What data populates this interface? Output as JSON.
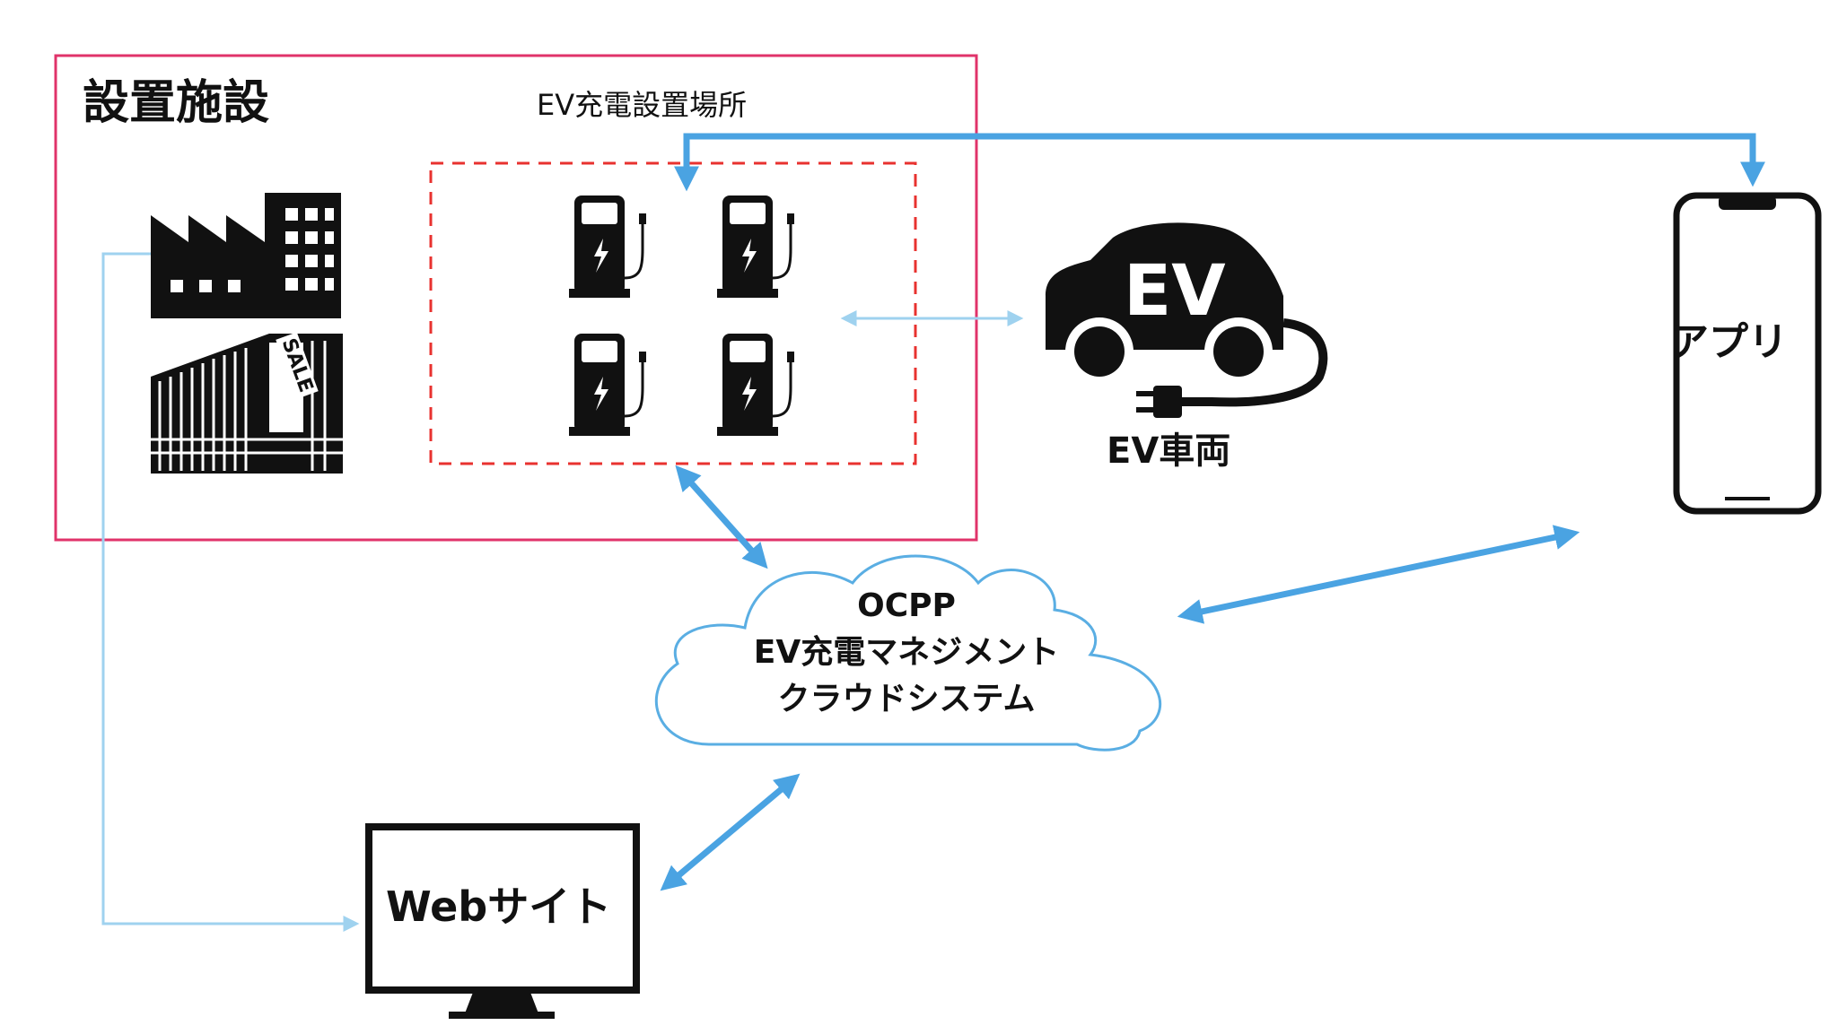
{
  "facility": {
    "title": "設置施設"
  },
  "charging_area": {
    "label": "EV充電設置場所"
  },
  "ev": {
    "badge": "EV",
    "label": "EV車両"
  },
  "cloud": {
    "lines": [
      "OCPP",
      "EV充電マネジメント",
      "クラウドシステム"
    ]
  },
  "app": {
    "label": "アプリ"
  },
  "website": {
    "label": "Webサイト"
  },
  "store": {
    "sign": "SALE"
  },
  "colors": {
    "facility_border": "#e0336a",
    "area_border": "#e8322f",
    "arrow_strong": "#4aa3e2",
    "arrow_light": "#9fd2ef",
    "cloud_stroke": "#5aaee3",
    "icon": "#111111"
  }
}
